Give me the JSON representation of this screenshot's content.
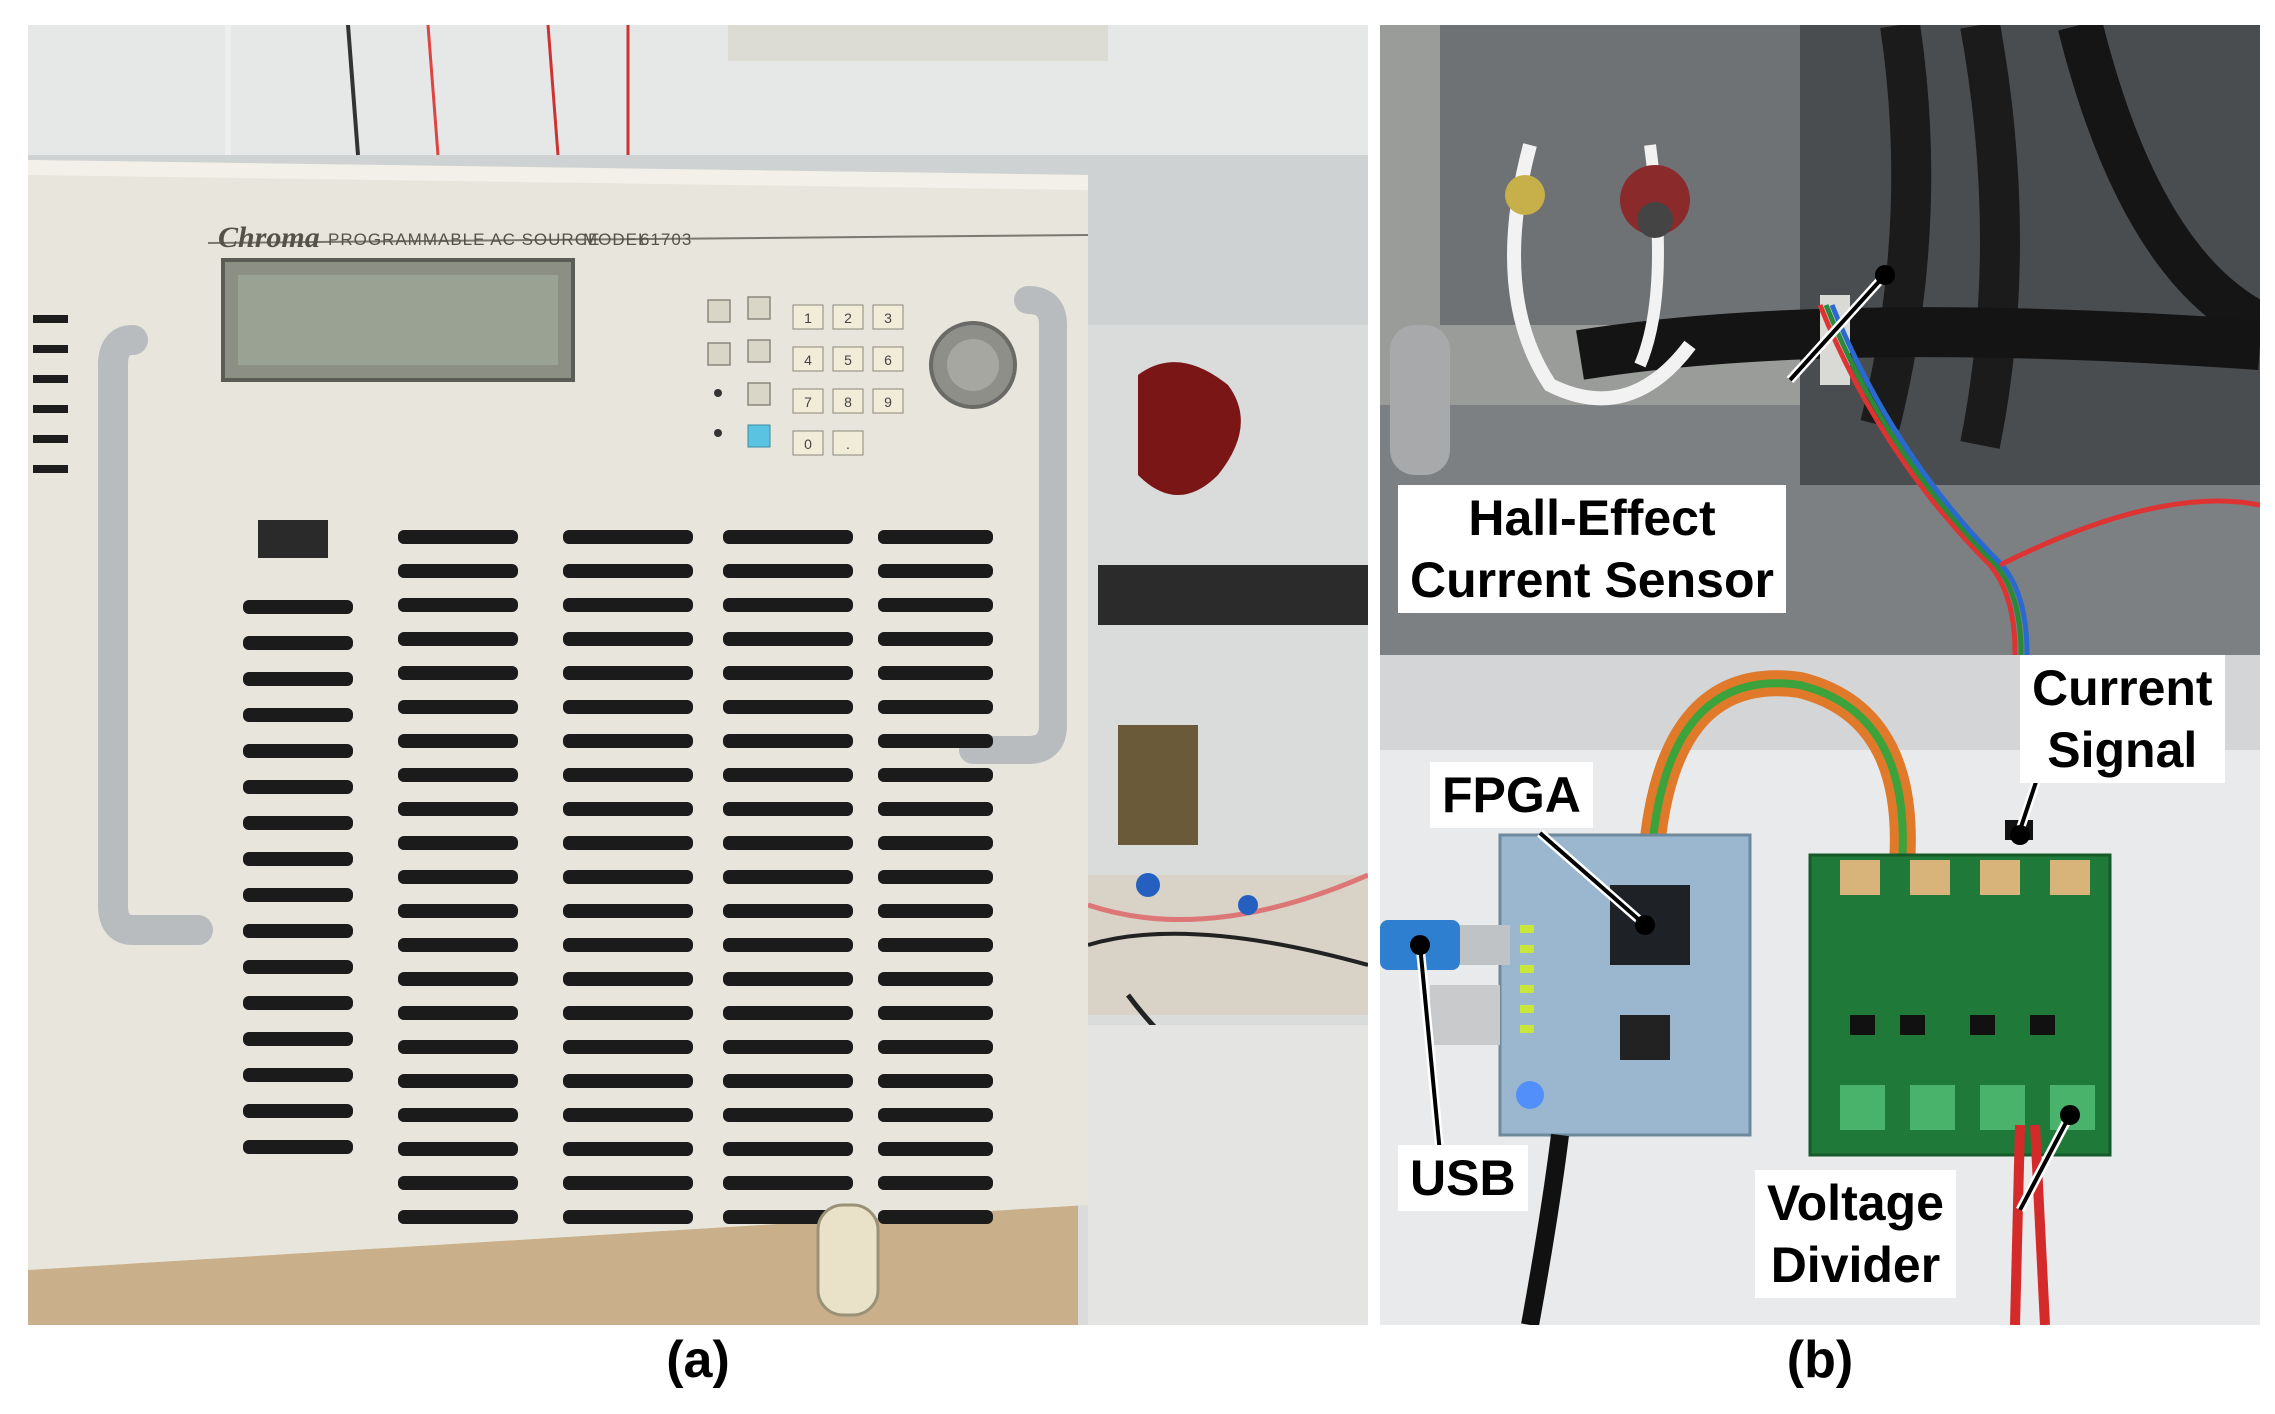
{
  "panels": {
    "a": {
      "caption": "(a)",
      "device": {
        "brand": "Chroma",
        "product": "PROGRAMMABLE AC SOURCE",
        "model_prefix": "MODEL",
        "model_number": "61703",
        "keypad_keys": [
          "1",
          "2",
          "3",
          "4",
          "5",
          "6",
          "7",
          "8",
          "9",
          "0",
          "."
        ]
      }
    },
    "b": {
      "caption": "(b)",
      "labels": {
        "hall_line1": "Hall-Effect",
        "hall_line2": "Current Sensor",
        "current_line1": "Current",
        "current_line2": "Signal",
        "fpga": "FPGA",
        "usb": "USB",
        "voltage_line1": "Voltage",
        "voltage_line2": "Divider"
      }
    }
  },
  "colors": {
    "chassis": "#e8e6dc",
    "board_green": "#1f7a3a",
    "fpga_board": "#9ab7cf",
    "usb_blue": "#2f7fd1"
  }
}
